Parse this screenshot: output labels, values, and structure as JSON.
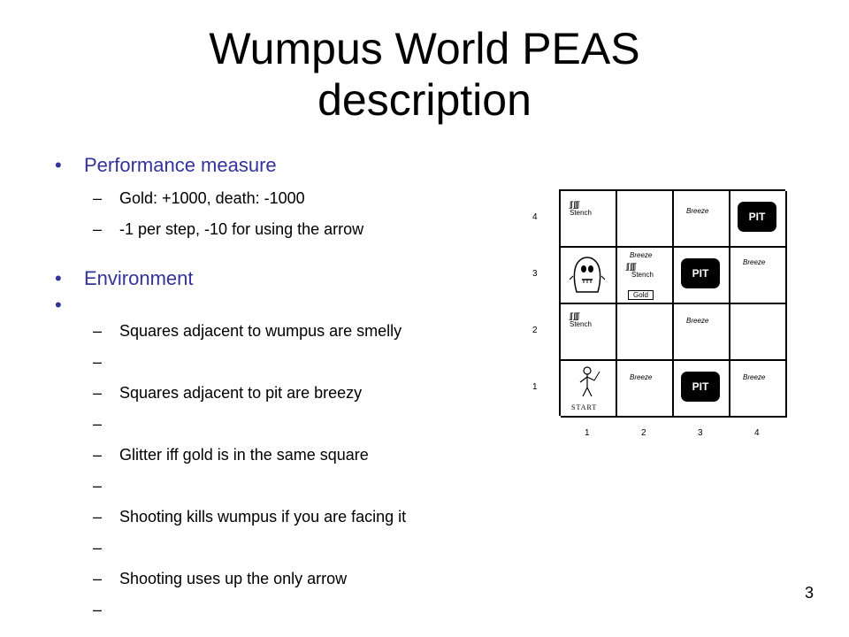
{
  "slide": {
    "title_line1": "Wumpus World PEAS",
    "title_line2": "description",
    "page_number": "3"
  },
  "bullets": {
    "performance_heading": "Performance measure",
    "performance_items": [
      "Gold: +1000, death: -1000",
      "-1 per step, -10 for using the arrow"
    ],
    "environment_heading": "Environment",
    "environment_items": [
      "Squares adjacent to wumpus are smelly",
      "",
      "Squares adjacent to pit are breezy",
      "",
      "Glitter iff gold is in the same square",
      "",
      "Shooting kills wumpus if you are facing it",
      "",
      "Shooting uses up the only arrow",
      ""
    ]
  },
  "grid": {
    "row_labels": [
      "4",
      "3",
      "2",
      "1"
    ],
    "col_labels": [
      "1",
      "2",
      "3",
      "4"
    ],
    "stench_label": "Stench",
    "breeze_label": "Breeze",
    "pit_label": "PIT",
    "gold_label": "Gold",
    "start_label": "START",
    "stench_wave": "∫∫ ∫∫∫∫"
  },
  "colors": {
    "heading_blue": "#333399"
  }
}
